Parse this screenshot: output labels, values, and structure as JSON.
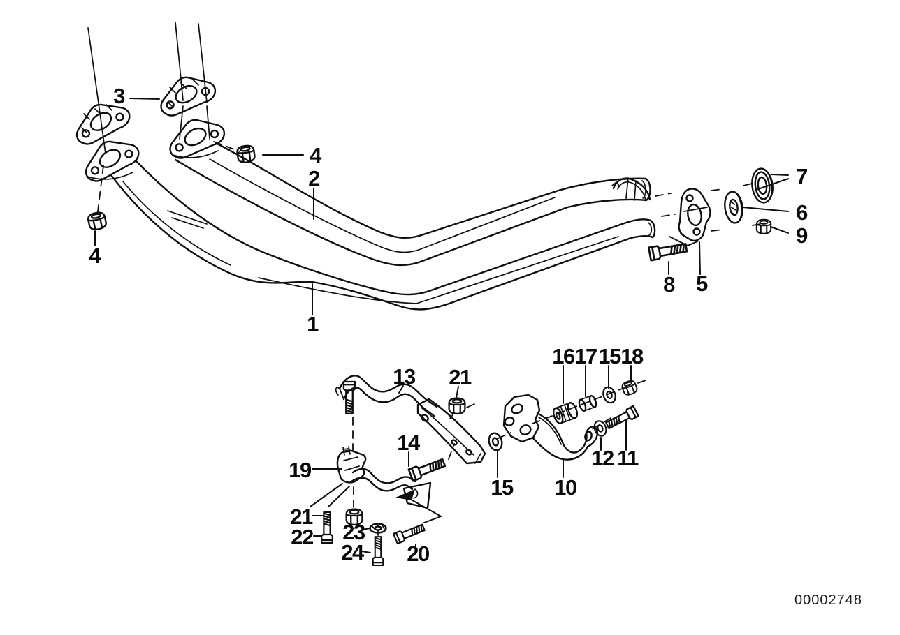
{
  "figure": {
    "type": "exploded-parts-diagram",
    "background_color": "#ffffff",
    "line_color": "#0f0f0f",
    "image_number": "00002748",
    "callouts": [
      {
        "id": "callout-1",
        "label": "1"
      },
      {
        "id": "callout-2",
        "label": "2"
      },
      {
        "id": "callout-3",
        "label": "3"
      },
      {
        "id": "callout-4-right",
        "label": "4"
      },
      {
        "id": "callout-4-left",
        "label": "4"
      },
      {
        "id": "callout-5",
        "label": "5"
      },
      {
        "id": "callout-6",
        "label": "6"
      },
      {
        "id": "callout-7",
        "label": "7"
      },
      {
        "id": "callout-8",
        "label": "8"
      },
      {
        "id": "callout-9",
        "label": "9"
      },
      {
        "id": "callout-10",
        "label": "10"
      },
      {
        "id": "callout-11",
        "label": "11"
      },
      {
        "id": "callout-12",
        "label": "12"
      },
      {
        "id": "callout-13",
        "label": "13"
      },
      {
        "id": "callout-14",
        "label": "14"
      },
      {
        "id": "callout-15-bottom",
        "label": "15"
      },
      {
        "id": "callout-15-top",
        "label": "15"
      },
      {
        "id": "callout-16",
        "label": "16"
      },
      {
        "id": "callout-17",
        "label": "17"
      },
      {
        "id": "callout-18",
        "label": "18"
      },
      {
        "id": "callout-19",
        "label": "19"
      },
      {
        "id": "callout-20",
        "label": "20"
      },
      {
        "id": "callout-21-top",
        "label": "21"
      },
      {
        "id": "callout-21-bottom",
        "label": "21"
      },
      {
        "id": "callout-22",
        "label": "22"
      },
      {
        "id": "callout-23",
        "label": "23"
      },
      {
        "id": "callout-24",
        "label": "24"
      }
    ]
  }
}
